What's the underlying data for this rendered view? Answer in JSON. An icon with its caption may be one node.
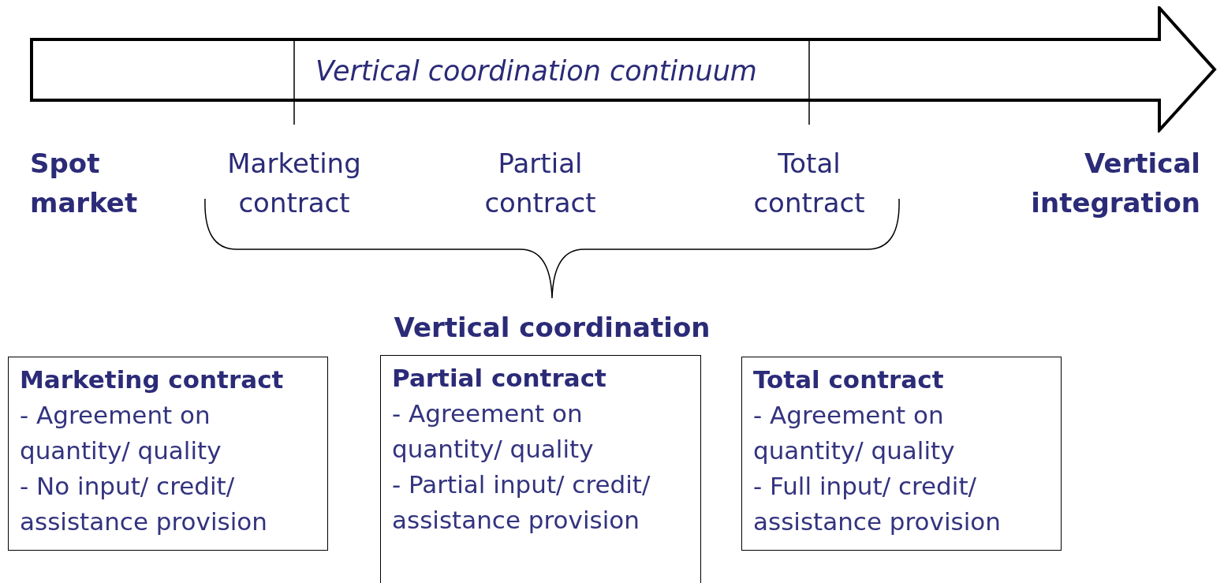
{
  "diagram": {
    "nodes": [
      {
        "text": [
          "Vertical coordination continuum"
        ]
      },
      {
        "text": [
          "Marketing contract",
          "- Agreement on quantity/ quality",
          "- No input/ credit/ assistance provision"
        ]
      },
      {
        "text": [
          "Partial contract",
          "- Agreement on quantity/ quality",
          "- Partial input/ credit/ assistance provision"
        ]
      },
      {
        "text": [
          "Total contract",
          "- Agreement on quantity/ quality",
          "- Full input/ credit/ assistance provision"
        ]
      }
    ],
    "edges": [],
    "labels": [
      "Spot market",
      "Marketing contract",
      "Partial contract",
      "Total contract",
      "Vertical integration",
      "Vertical coordination"
    ]
  }
}
